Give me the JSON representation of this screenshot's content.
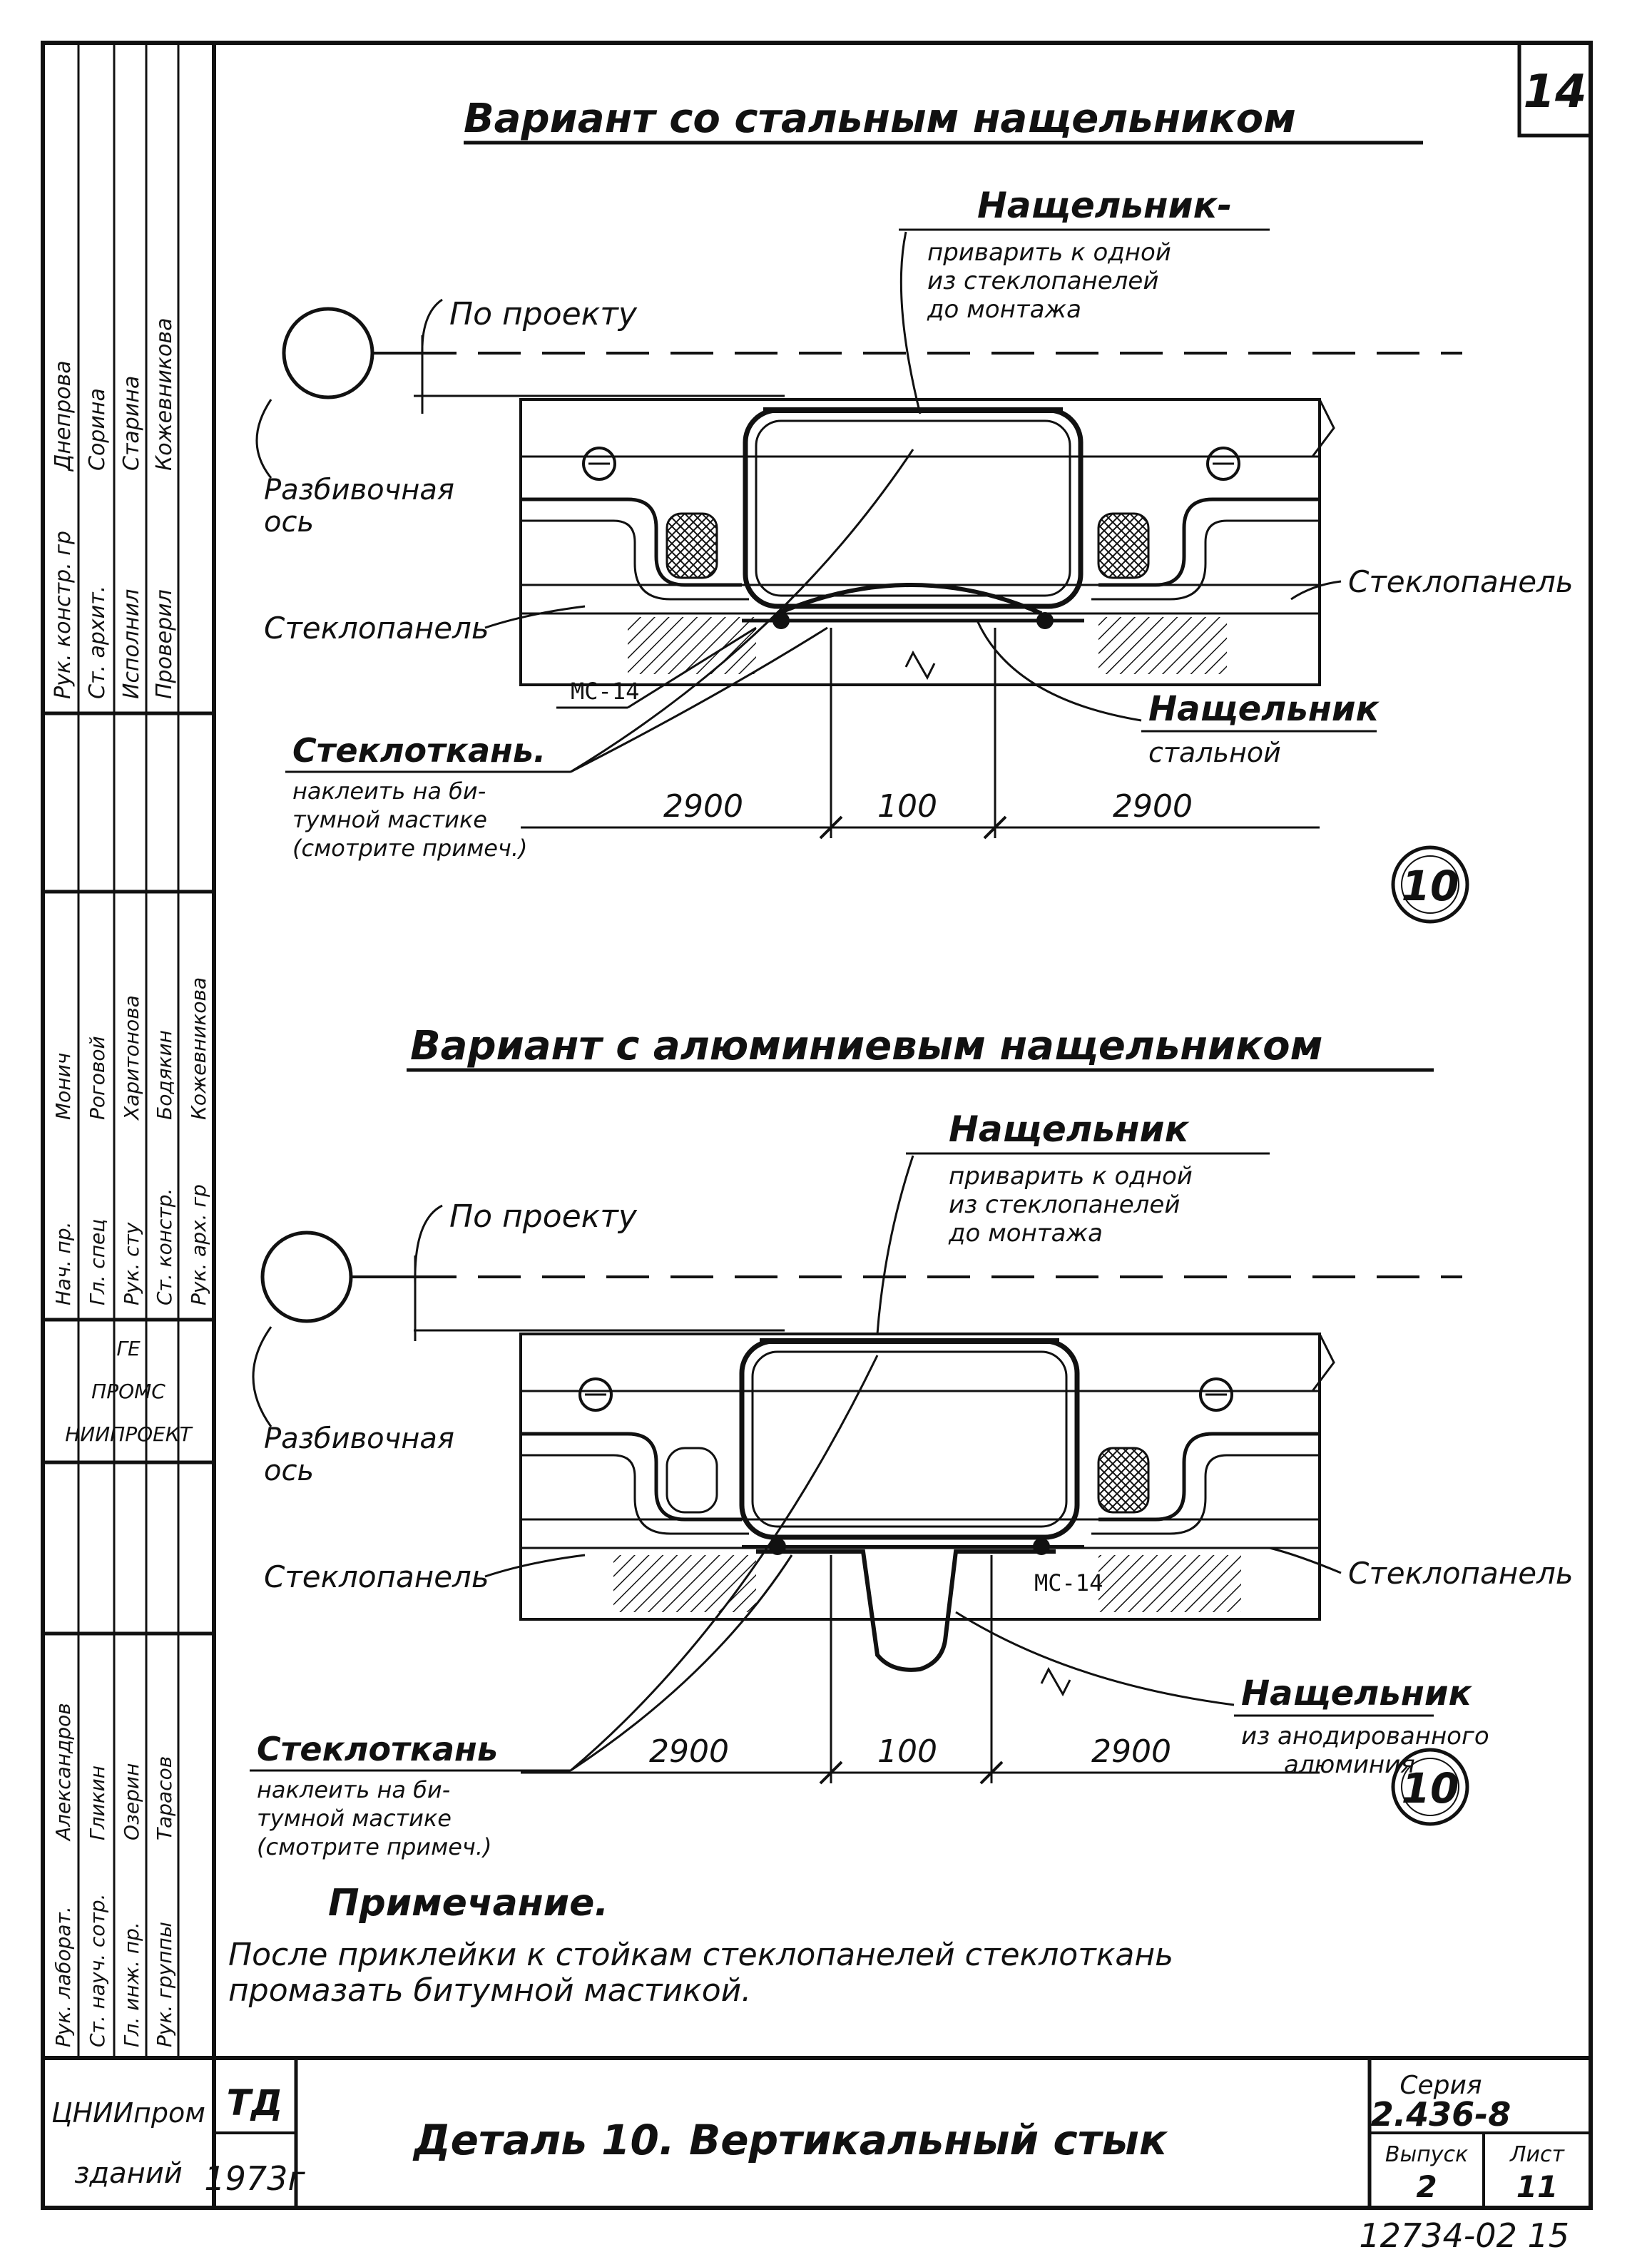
{
  "sheet_number": "14",
  "variant_steel": {
    "title": "Вариант со стальным нащельником",
    "cover_plate_label": "Нащельник-",
    "cover_plate_note": [
      "приварить к одной",
      "из стеклопанелей",
      "до монтажа"
    ],
    "by_project": "По проекту",
    "axis_label": [
      "Разбивочная",
      "ось"
    ],
    "panel_right": "Стеклопанель",
    "panel_left": "Стеклопанель",
    "mastic": "МС-14",
    "steel_plate": [
      "Нащельник",
      "стальной"
    ],
    "fabric": "Стеклоткань.",
    "fabric_note": [
      "наклеить на би-",
      "тумной мастике",
      "(смотрите примеч.)"
    ],
    "dims": [
      "2900",
      "100",
      "2900"
    ],
    "detail_mark": "10"
  },
  "variant_alu": {
    "title": "Вариант с алюминиевым нащельником",
    "cover_plate_label": "Нащельник",
    "cover_plate_note": [
      "приварить к одной",
      "из стеклопанелей",
      "до монтажа"
    ],
    "by_project": "По проекту",
    "axis_label": [
      "Разбивочная",
      "ось"
    ],
    "panel_left": "Стеклопанель",
    "panel_right": "Стеклопанель",
    "mastic": "МС-14",
    "alu_plate": [
      "Нащельник",
      "из анодированного",
      "алюминия"
    ],
    "fabric": "Стеклоткань",
    "fabric_note": [
      "наклеить на би-",
      "тумной мастике",
      "(смотрите примеч.)"
    ],
    "dims": [
      "2900",
      "100",
      "2900"
    ],
    "detail_mark": "10"
  },
  "note": {
    "heading": "Примечание.",
    "lines": [
      "После приклейки к стойкам стеклопанелей стеклоткань",
      "промазать битумной мастикой."
    ]
  },
  "title_block": {
    "org_top": "ЦНИИпром",
    "org_bottom": "зданий",
    "td": "ТД",
    "year": "1973г",
    "title": "Деталь 10. Вертикальный стык",
    "series_label": "Серия",
    "series_value": "2.436-8",
    "issue_label": "Выпуск",
    "issue_value": "2",
    "sheet_label": "Лист",
    "sheet_value": "11",
    "archive_number": "12734-02 15"
  },
  "side_stamp": {
    "block1": [
      "Рук. констр. гр",
      "Ст. архит.",
      "Исполнил",
      "Проверил"
    ],
    "block1_names": [
      "Днепрова",
      "Сорина",
      "Старина",
      "Кожевникова"
    ],
    "block2": [
      "Нач. пр.",
      "Гл. спец",
      "Рук. сту",
      "Ст. констр.",
      "Рук. арх. гр"
    ],
    "block2_names": [
      "Монич",
      "Роговой",
      "Харитонова",
      "Бодякин",
      "Кожевникова"
    ],
    "block3": [
      "ГЕ",
      "ПРОМС",
      "НИИПРОЕКТ"
    ],
    "block4": [
      "Рук. лаборат.",
      "Ст. науч. сотр.",
      "Гл. инж. пр.",
      "Рук. группы"
    ],
    "block4_names": [
      "Александров",
      "Гликин",
      "Озерин",
      "Тарасов"
    ]
  }
}
